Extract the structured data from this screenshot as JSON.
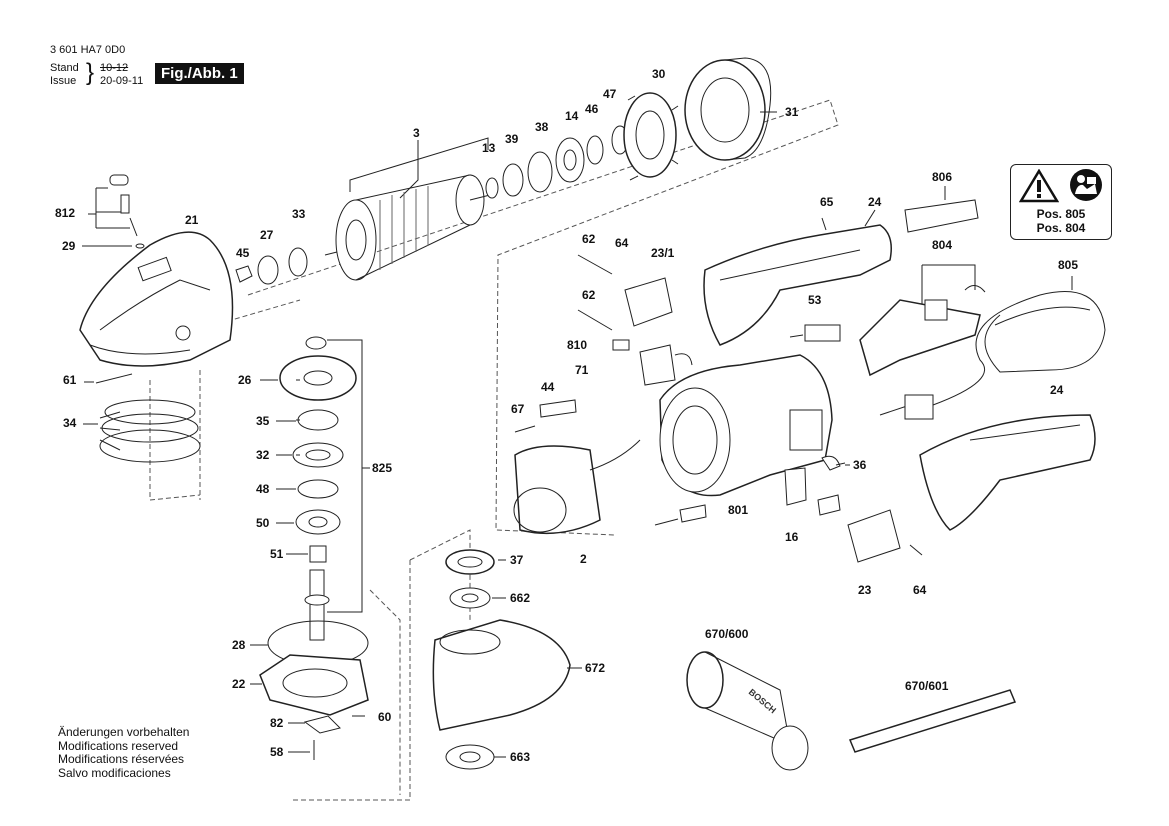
{
  "header": {
    "part_number": "3 601 HA7 0D0",
    "stand_label": "Stand",
    "issue_label": "Issue",
    "old_date": "10-12",
    "issue_date": "20-09-11",
    "figure_label": "Fig./Abb. 1"
  },
  "warning_box": {
    "pos_805": "Pos. 805",
    "pos_804": "Pos. 804"
  },
  "footnotes": [
    "Änderungen vorbehalten",
    "Modifications reserved",
    "Modifications réservées",
    "Salvo modificaciones"
  ],
  "part_labels": {
    "p3": "3",
    "p13": "13",
    "p39": "39",
    "p38": "38",
    "p14": "14",
    "p46": "46",
    "p47": "47",
    "p30": "30",
    "p31": "31",
    "p812": "812",
    "p21": "21",
    "p29": "29",
    "p45": "45",
    "p27": "27",
    "p33": "33",
    "p61": "61",
    "p34": "34",
    "p26": "26",
    "p35": "35",
    "p32": "32",
    "p48": "48",
    "p50": "50",
    "p51": "51",
    "p825": "825",
    "p28": "28",
    "p22": "22",
    "p82": "82",
    "p60": "60",
    "p58": "58",
    "p62a": "62",
    "p64a": "64",
    "p23_1": "23/1",
    "p62b": "62",
    "p810": "810",
    "p71": "71",
    "p44": "44",
    "p67": "67",
    "p65": "65",
    "p24a": "24",
    "p806": "806",
    "p804": "804",
    "p805": "805",
    "p53": "53",
    "p801": "801",
    "p2": "2",
    "p36": "36",
    "p16": "16",
    "p23": "23",
    "p64b": "64",
    "p24b": "24",
    "p37": "37",
    "p662": "662",
    "p672": "672",
    "p663": "663",
    "p670_600": "670/600",
    "p670_601": "670/601"
  },
  "stamp": {
    "brand": "BOSCH"
  }
}
